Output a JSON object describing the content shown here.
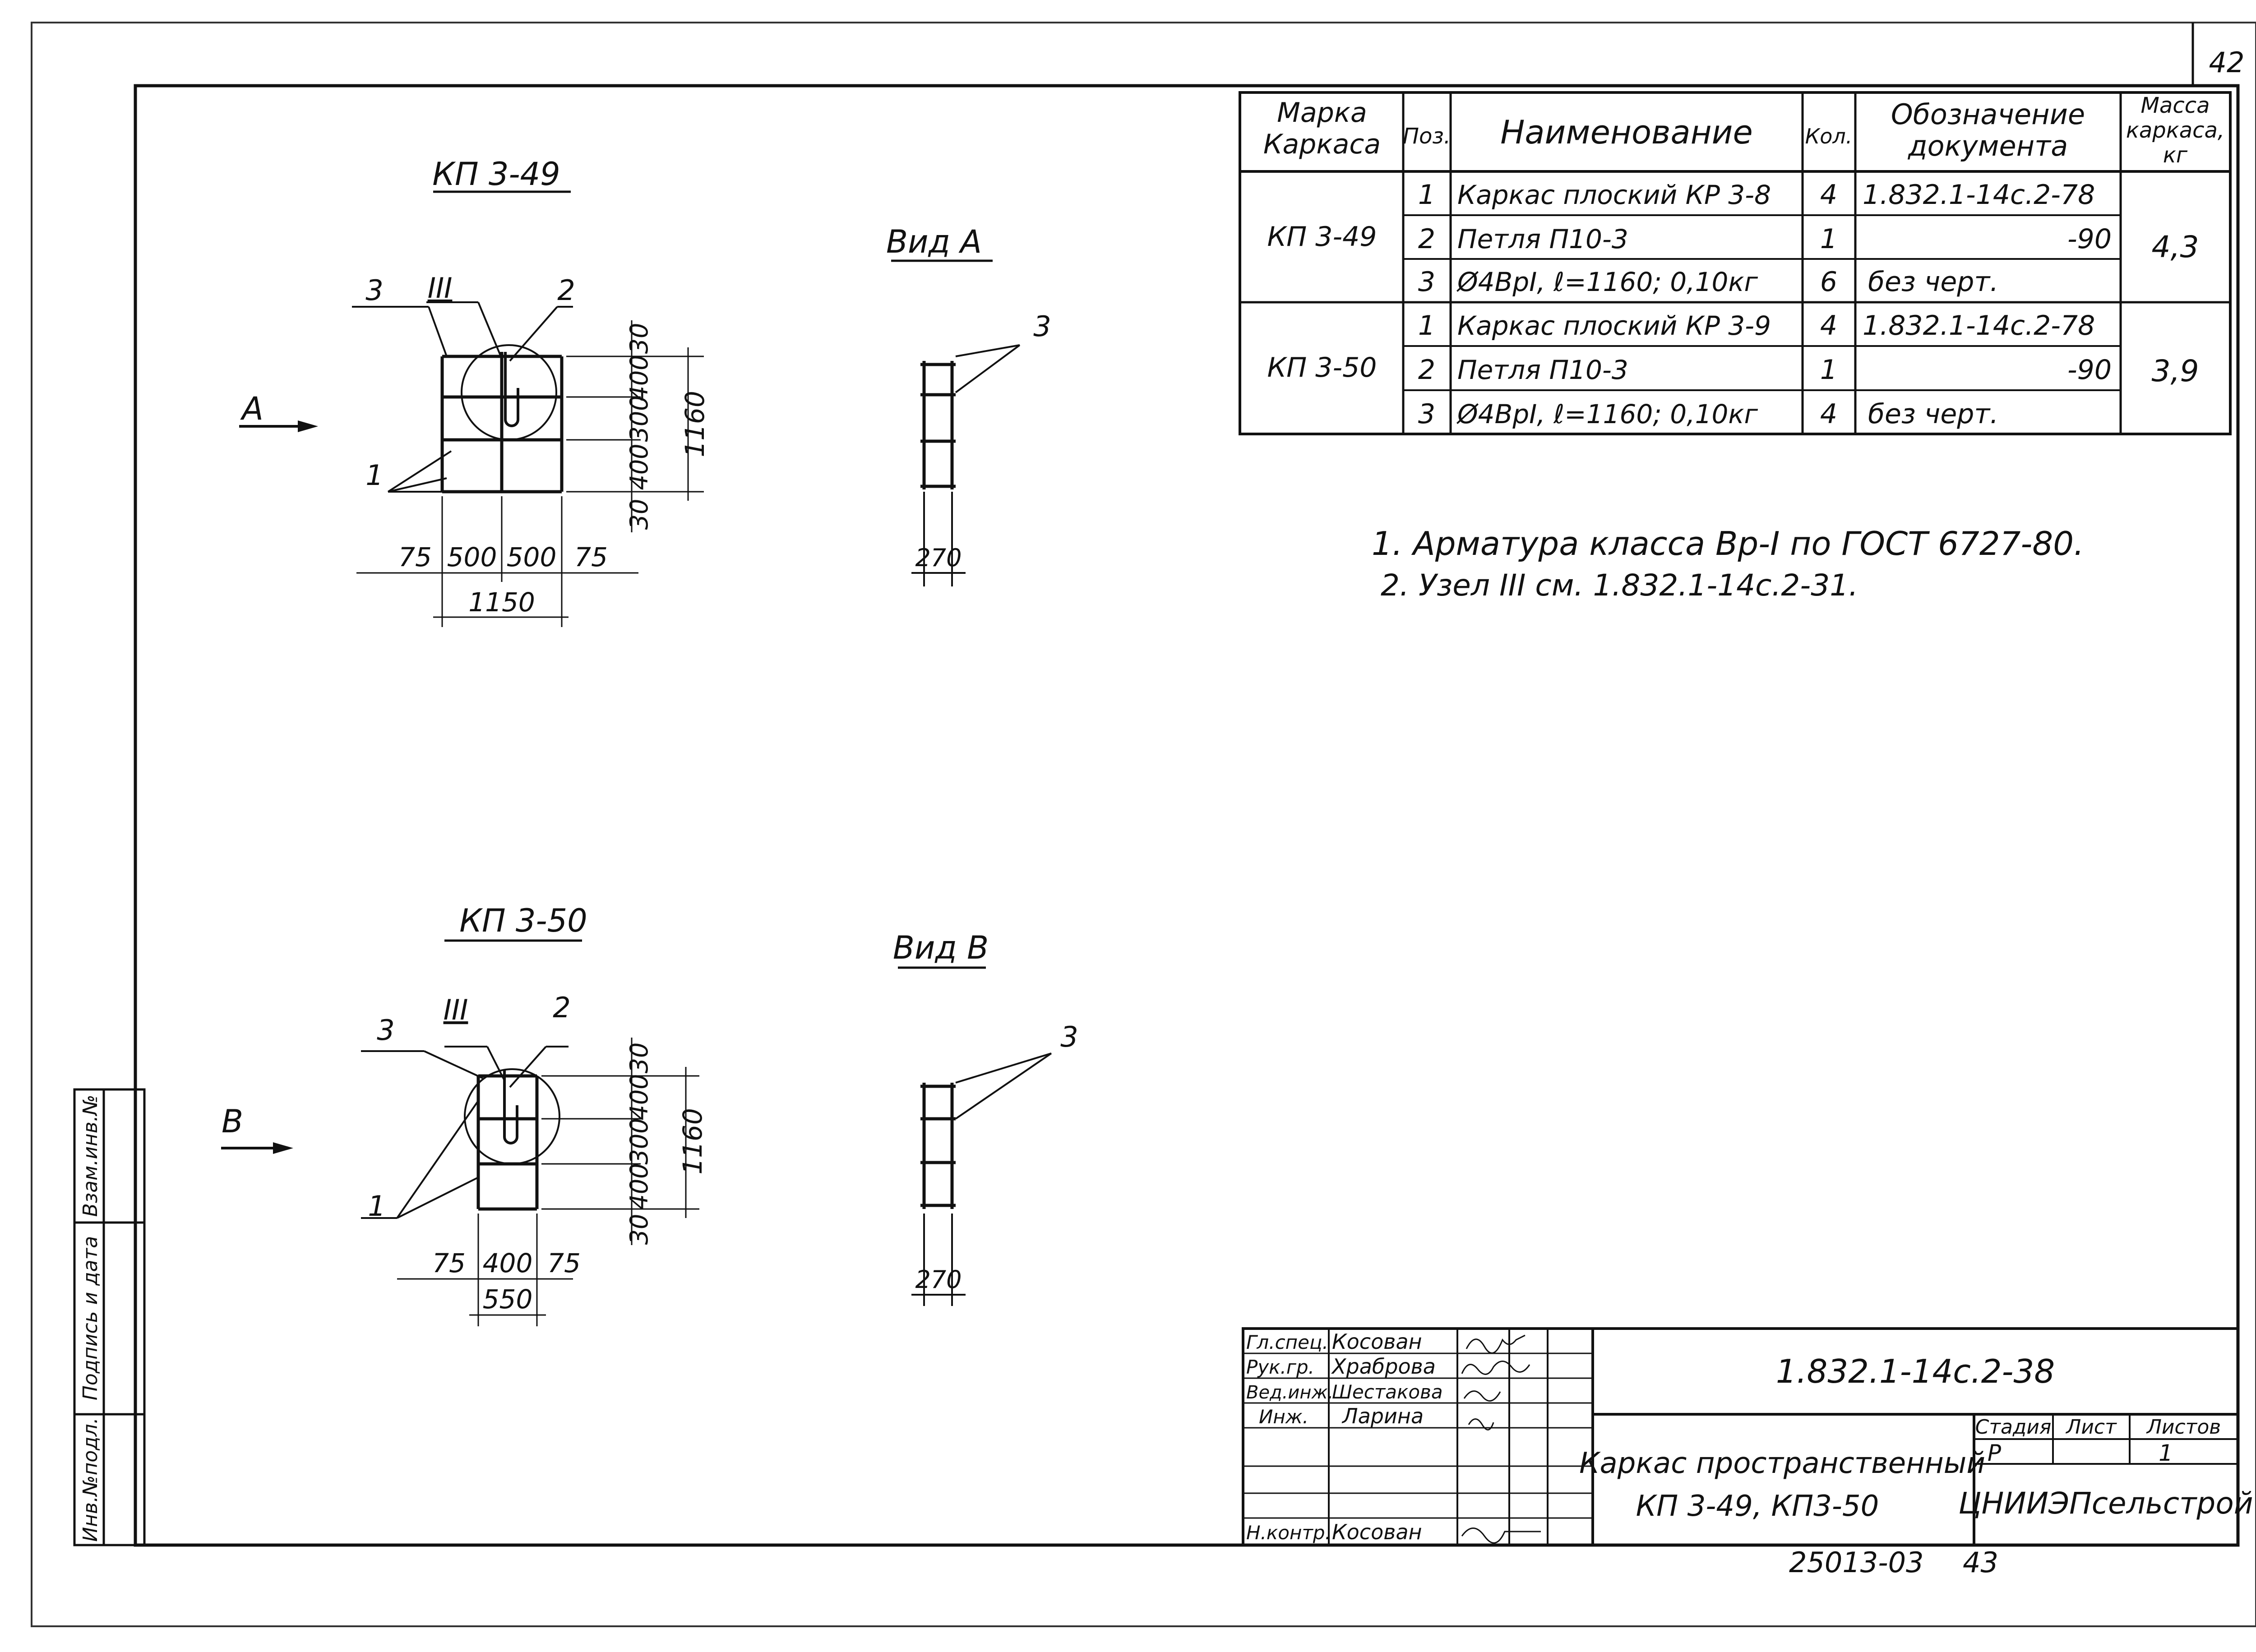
{
  "sheet": {
    "page_number": "42",
    "bottom_code": "25013-03",
    "bottom_page": "43"
  },
  "side_stamp": {
    "col1": "Инв.№подл.",
    "col2": "Подпись и дата",
    "col3": "Взам.инв.№"
  },
  "spec_table": {
    "headers": {
      "mark": [
        "Марка",
        "Каркаса"
      ],
      "pos": "Поз.",
      "name": "Наименование",
      "qty": "Кол.",
      "doc": [
        "Обозначение",
        "документа"
      ],
      "mass": [
        "Масса",
        "каркаса,",
        "кг"
      ]
    },
    "groups": [
      {
        "mark": "КП 3-49",
        "mass": "4,3",
        "rows": [
          {
            "pos": "1",
            "name": "Каркас плоский КР 3-8",
            "qty": "4",
            "doc": "1.832.1-14с.2-78"
          },
          {
            "pos": "2",
            "name": "Петля П10-3",
            "qty": "1",
            "doc": "-90"
          },
          {
            "pos": "3",
            "name": "Ø4ВрI, ℓ=1160; 0,10кг",
            "qty": "6",
            "doc": "без черт."
          }
        ]
      },
      {
        "mark": "КП 3-50",
        "mass": "3,9",
        "rows": [
          {
            "pos": "1",
            "name": "Каркас плоский КР 3-9",
            "qty": "4",
            "doc": "1.832.1-14с.2-78"
          },
          {
            "pos": "2",
            "name": "Петля П10-3",
            "qty": "1",
            "doc": "-90"
          },
          {
            "pos": "3",
            "name": "Ø4ВрI, ℓ=1160; 0,10кг",
            "qty": "4",
            "doc": "без черт."
          }
        ]
      }
    ]
  },
  "notes": [
    "1. Арматура класса Вр-I по ГОСТ 6727-80.",
    "2. Узел III см. 1.832.1-14с.2-31."
  ],
  "drawing1": {
    "title": "КП 3-49",
    "arrow_label": "А",
    "node": "III",
    "leaders": {
      "top_left": "3",
      "top_right": "2",
      "left": "1"
    },
    "dims_horizontal": [
      "75",
      "500",
      "500",
      "75"
    ],
    "dim_total": "1150",
    "dims_vertical": [
      "30",
      "400",
      "300",
      "400",
      "30"
    ],
    "dim_height": "1160"
  },
  "view1": {
    "title": "Вид А",
    "leader": "3",
    "width": "270"
  },
  "drawing2": {
    "title": "КП 3-50",
    "arrow_label": "В",
    "node": "III",
    "leaders": {
      "top_left": "3",
      "top_right": "2",
      "left": "1"
    },
    "dims_horizontal": [
      "75",
      "400",
      "75"
    ],
    "dim_total": "550",
    "dims_vertical": [
      "30",
      "400",
      "300",
      "400",
      "30"
    ],
    "dim_height": "1160"
  },
  "view2": {
    "title": "Вид В",
    "leader": "3",
    "width": "270"
  },
  "title_block": {
    "document_code": "1.832.1-14с.2-38",
    "title_line1": "Каркас пространственный",
    "title_line2": "КП 3-49, КП3-50",
    "stage_label": "Стадия",
    "sheet_label": "Лист",
    "sheets_label": "Листов",
    "stage": "Р",
    "sheets": "1",
    "organization": "ЦНИИЭПсельстрой",
    "people": [
      {
        "role": "Гл.спец.",
        "name": "Косован"
      },
      {
        "role": "Рук.гр.",
        "name": "Храброва"
      },
      {
        "role": "Вед.инж.",
        "name": "Шестакова"
      },
      {
        "role": "Инж.",
        "name": "Ларина"
      },
      {
        "role": "",
        "name": ""
      },
      {
        "role": "",
        "name": ""
      },
      {
        "role": "Н.контр.",
        "name": "Косован"
      }
    ]
  }
}
